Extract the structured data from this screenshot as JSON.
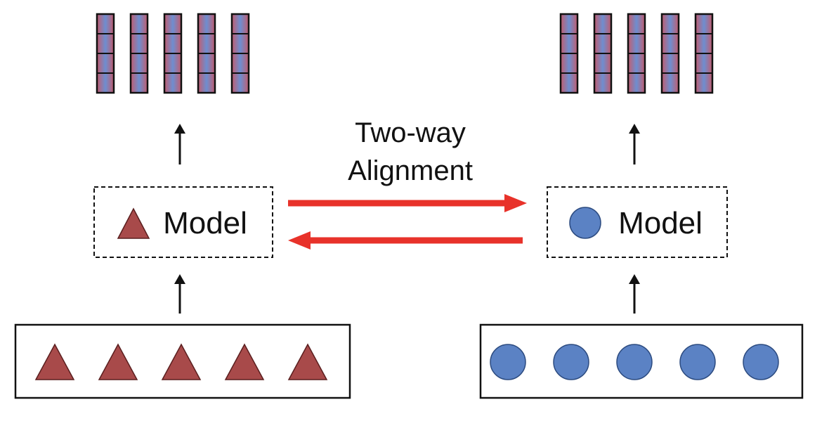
{
  "center_label": {
    "line1": "Two-way",
    "line2": "Alignment"
  },
  "left_model": {
    "label": "Model",
    "icon": "triangle-icon",
    "input_token_count": 5,
    "output_vector_count": 5,
    "cells_per_vector": 4
  },
  "right_model": {
    "label": "Model",
    "icon": "circle-icon",
    "input_token_count": 5,
    "output_vector_count": 5,
    "cells_per_vector": 4
  },
  "colors": {
    "triangle_fill": "#a84a4a",
    "triangle_stroke": "#5a1e1e",
    "circle_fill": "#5b82c4",
    "circle_stroke": "#2c4b80",
    "arrow_red": "#e8322a",
    "vector_red": "#c25c6e",
    "vector_blue": "#6e8ed0",
    "outline": "#111111"
  }
}
